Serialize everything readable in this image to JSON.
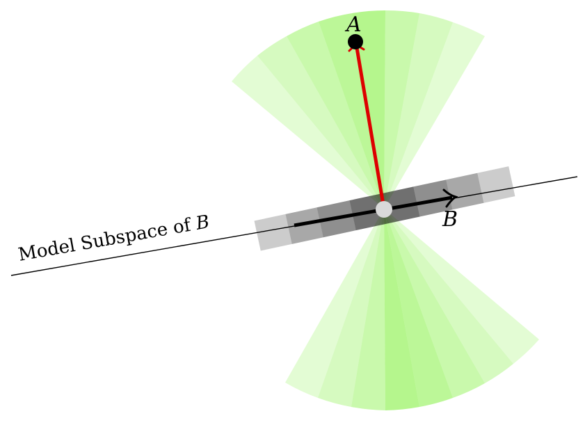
{
  "diagram": {
    "point_a_label": "A",
    "vector_b_label": "B",
    "subspace_label": "Model Subspace of ",
    "subspace_label_var": "B"
  },
  "colors": {
    "cone_green": "#7ff03a",
    "band_gray": "#000000",
    "line": "#000000",
    "red_vector": "#dd0000",
    "center_dot": "#d9d9d9"
  }
}
